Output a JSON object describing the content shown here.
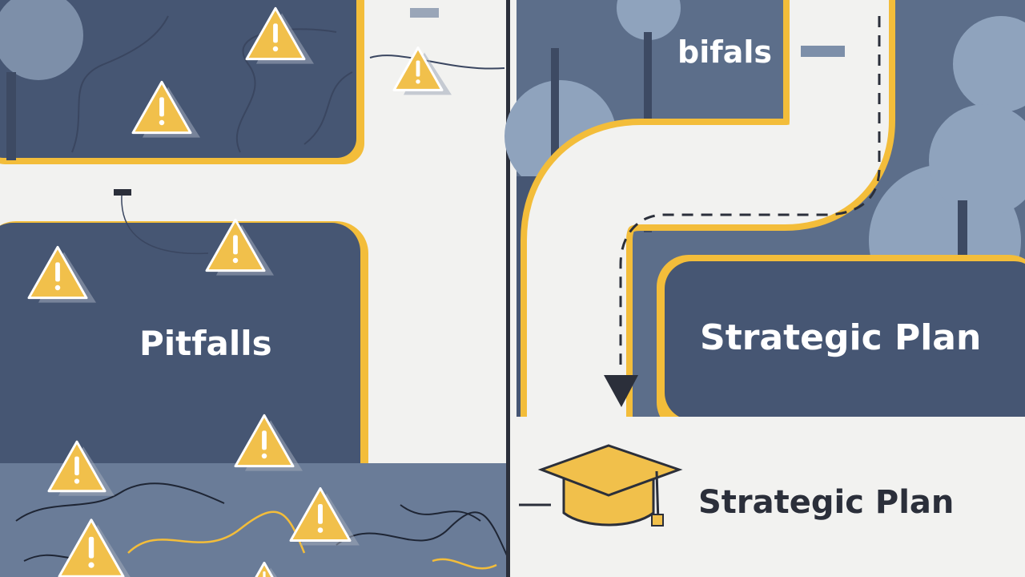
{
  "labels": {
    "top_right_fragment": "bifals",
    "pitfalls": "Pitfalls",
    "strategic_plan_box": "Strategic Plan",
    "strategic_plan_caption": "Strategic Plan"
  },
  "icons": {
    "warning": "warning-triangle-icon",
    "arrow": "arrow-down-triangle-icon",
    "graduation": "graduation-cap-icon"
  },
  "colors": {
    "background": "#f2f2f0",
    "panel_dark": "#465673",
    "panel_mid": "#5c6e8a",
    "panel_light": "#7d8fa9",
    "tree": "#8fa3bd",
    "accent_yellow": "#f3bd3a",
    "warning_fill": "#f1c04b",
    "ink": "#2b2f3a"
  }
}
